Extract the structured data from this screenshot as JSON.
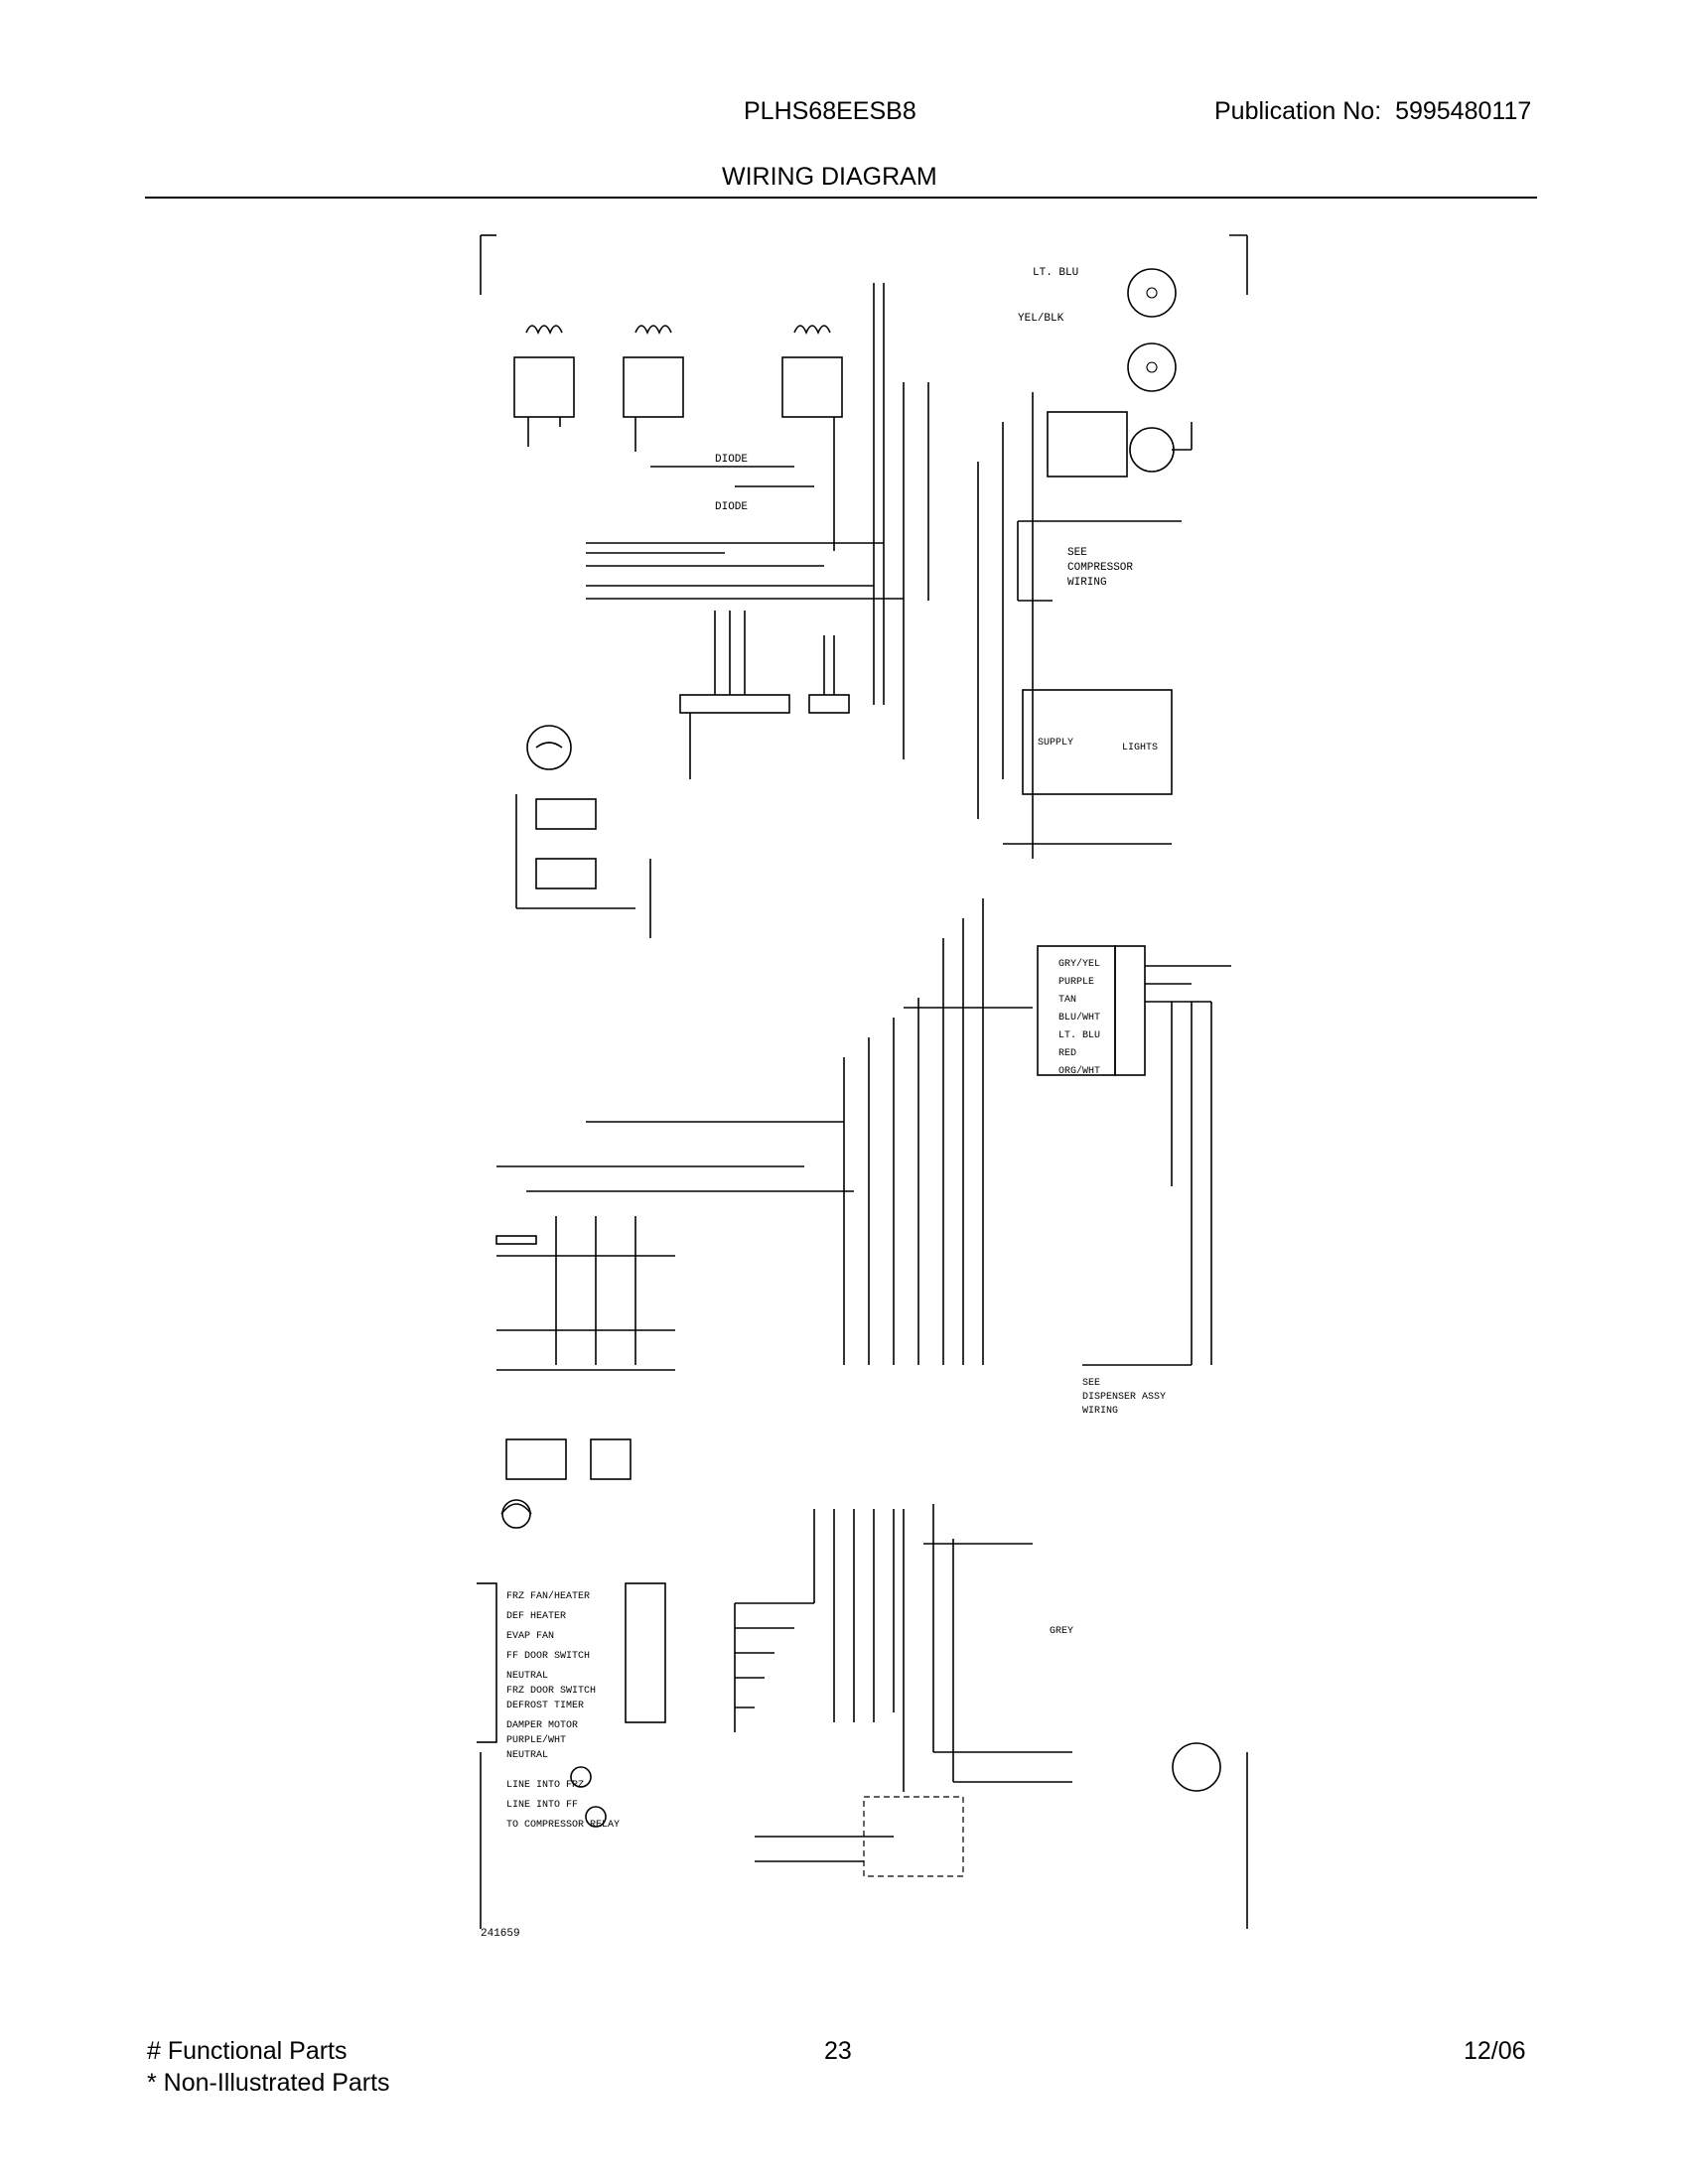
{
  "header": {
    "model": "PLHS68EESB8",
    "publication_label": "Publication No:",
    "publication_number": "5995480117",
    "title": "WIRING DIAGRAM"
  },
  "footer": {
    "functional_parts": "# Functional Parts",
    "non_illustrated": "* Non-Illustrated Parts",
    "page_number": "23",
    "date": "12/06"
  },
  "diagram": {
    "labels": {
      "see_compressor_wiring": [
        "SEE",
        "COMPRESSOR",
        "WIRING"
      ],
      "diode": "DIODE",
      "lt_blu": "LT. BLU",
      "yel_blk": "YEL/BLK",
      "supply": "SUPPLY",
      "lights": "LIGHTS",
      "dispenser_assy_wiring": [
        "SEE",
        "DISPENSER ASSY",
        "WIRING"
      ],
      "grey": "GREY",
      "evap_fan": "EVAP FAN",
      "drawing_no": "241659"
    },
    "harness_colors_right": [
      "GRY/YEL",
      "PURPLE",
      "TAN",
      "BLU/WHT",
      "LT. BLU",
      "RED",
      "ORG/WHT"
    ],
    "board_functions": [
      "FRZ FAN/HEATER",
      "DEF HEATER",
      "EVAP FAN",
      "FF DOOR SWITCH",
      "NEUTRAL",
      "FRZ DOOR SWITCH",
      "DEFROST TIMER",
      "DAMPER MOTOR",
      "PURPLE/WHT",
      "NEUTRAL",
      "LINE INTO FRZ",
      "LINE INTO FF",
      "TO COMPRESSOR RELAY"
    ]
  }
}
